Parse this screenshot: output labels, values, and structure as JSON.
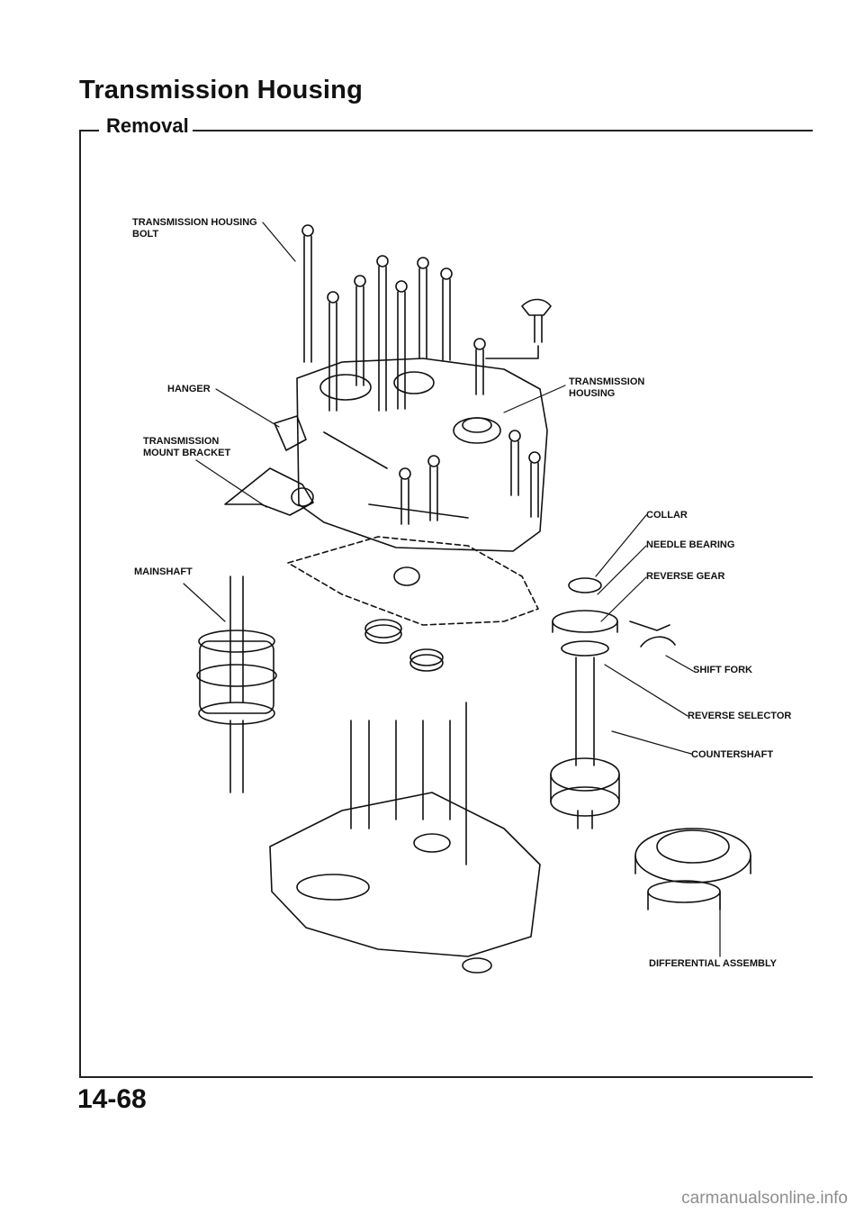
{
  "header": {
    "title": "Transmission Housing",
    "section": "Removal"
  },
  "labels": {
    "housing_bolt_1": "TRANSMISSION HOUSING",
    "housing_bolt_2": "BOLT",
    "hanger": "HANGER",
    "mount_bracket_1": "TRANSMISSION",
    "mount_bracket_2": "MOUNT BRACKET",
    "mainshaft": "MAINSHAFT",
    "trans_housing_1": "TRANSMISSION",
    "trans_housing_2": "HOUSING",
    "collar": "COLLAR",
    "needle_bearing": "NEEDLE BEARING",
    "reverse_gear": "REVERSE GEAR",
    "shift_fork": "SHIFT FORK",
    "reverse_selector": "REVERSE SELECTOR",
    "countershaft": "COUNTERSHAFT",
    "differential": "DIFFERENTIAL ASSEMBLY"
  },
  "footer": {
    "page_number": "14-68",
    "watermark": "carmanualsonline.info"
  }
}
